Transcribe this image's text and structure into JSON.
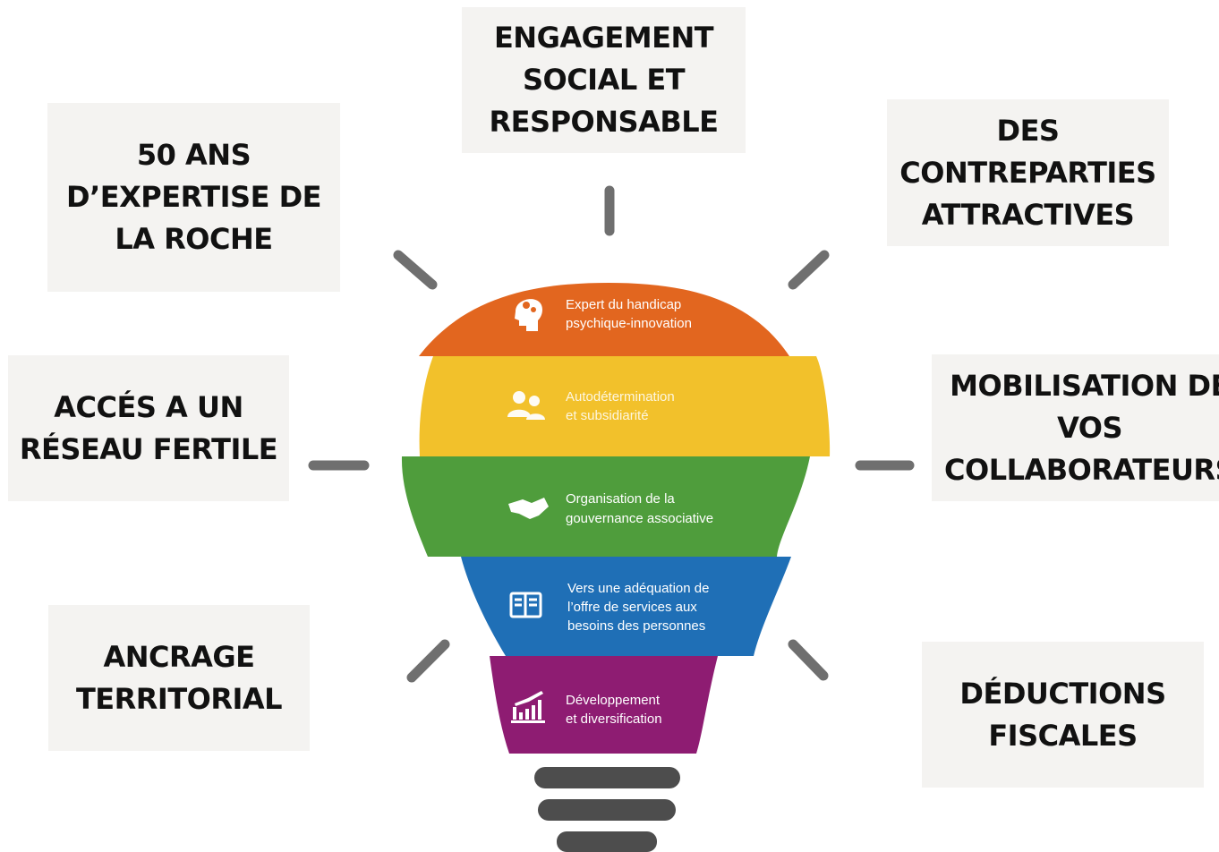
{
  "boxes": {
    "engagement": "ENGAGEMENT\nSOCIAL ET\nRESPONSABLE",
    "expertise": "50 ANS\nD’EXPERTISE DE\nLA ROCHE",
    "contreparties": "DES\nCONTREPARTIES\nATTRACTIVES",
    "reseau": "ACCÉS A UN\nRÉSEAU FERTILE",
    "mobilisation": "MOBILISATION DE\nVOS\nCOLLABORATEURS",
    "ancrage": "ANCRAGE\nTERRITORIAL",
    "deductions": "DÉDUCTIONS\nFISCALES"
  },
  "bands": [
    {
      "line1": "Expert du handicap",
      "line2": "psychique-innovation",
      "color": "#e2661f",
      "icon": "head-gears-icon"
    },
    {
      "line1": "Autodétermination",
      "line2": "et subsidiarité",
      "color": "#f2c12b",
      "icon": "people-icon"
    },
    {
      "line1": "Organisation de la",
      "line2": "gouvernance associative",
      "color": "#4f9d3c",
      "icon": "handshake-icon"
    },
    {
      "line1": "Vers une adéquation de",
      "line2": "l’offre de services aux",
      "line3": "besoins des personnes",
      "color": "#1f6fb6",
      "icon": "book-icon"
    },
    {
      "line1": "Développement",
      "line2": "et diversification",
      "color": "#8e1c72",
      "icon": "bar-chart-icon"
    }
  ],
  "colors": {
    "box_bg": "#f4f3f1",
    "ray": "#6f6f6f",
    "base": "#4d4d4d"
  }
}
